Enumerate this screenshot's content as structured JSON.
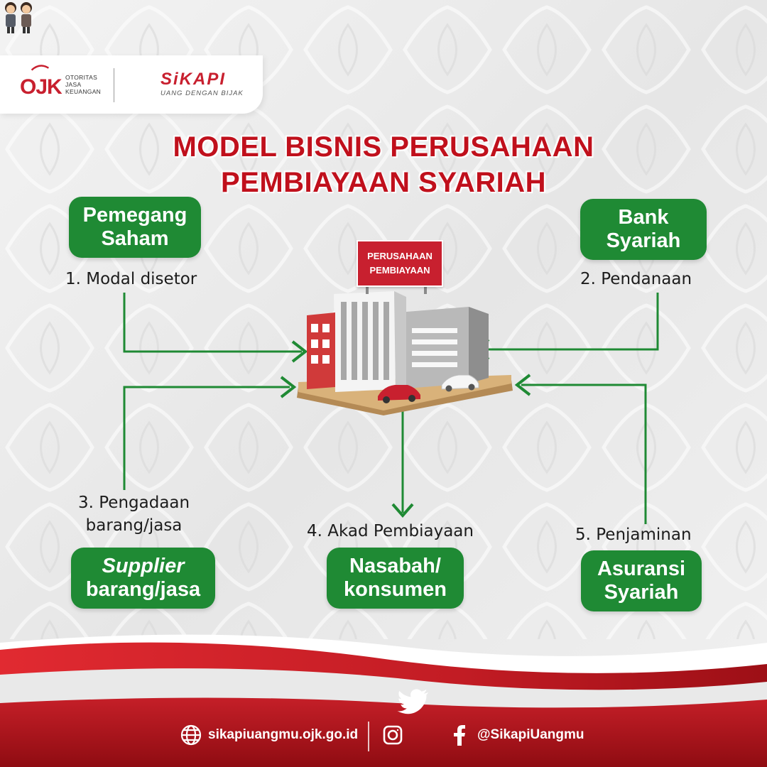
{
  "header": {
    "ojk_logo_text": "OJK",
    "ojk_subtitle": "OTORITAS JASA KEUANGAN",
    "sikapi_logo_text": "SiKAPI",
    "sikapi_tagline": "UANG DENGAN BIJAK"
  },
  "title": {
    "line1": "MODEL BISNIS PERUSAHAAN",
    "line2": "PEMBIAYAAN SYARIAH"
  },
  "center": {
    "sign_line1": "PERUSAHAAN",
    "sign_line2": "PEMBIAYAAN",
    "illustration": "office-building-with-cars"
  },
  "nodes": [
    {
      "id": "pemegang-saham",
      "lines": [
        "Pemegang",
        "Saham"
      ]
    },
    {
      "id": "bank-syariah",
      "lines": [
        "Bank",
        "Syariah"
      ]
    },
    {
      "id": "supplier",
      "lines": [
        "Supplier",
        "barang/jasa"
      ],
      "italic_first_line": true
    },
    {
      "id": "nasabah",
      "lines": [
        "Nasabah/",
        "konsumen"
      ]
    },
    {
      "id": "asuransi-syariah",
      "lines": [
        "Asuransi",
        "Syariah"
      ]
    }
  ],
  "flows": [
    {
      "from": "pemegang-saham",
      "to": "center",
      "lines": [
        "1. Modal disetor"
      ]
    },
    {
      "from": "bank-syariah",
      "to": "center",
      "lines": [
        "2. Pendanaan"
      ]
    },
    {
      "from": "supplier",
      "to": "center",
      "lines": [
        "3. Pengadaan",
        "barang/jasa"
      ]
    },
    {
      "from": "center",
      "to": "nasabah",
      "lines": [
        "4. Akad Pembiayaan"
      ]
    },
    {
      "from": "asuransi-syariah",
      "to": "center",
      "lines": [
        "5. Penjaminan"
      ]
    }
  ],
  "footer": {
    "website": "sikapiuangmu.ojk.go.id",
    "social_handle": "@SikapiUangmu",
    "icons": [
      "globe-icon",
      "instagram-icon",
      "twitter-icon",
      "facebook-icon"
    ]
  },
  "colors": {
    "node_green": "#1f8a34",
    "title_red": "#c0101c",
    "footer_red": "#a70f17",
    "arrow_green": "#1f8a34"
  }
}
